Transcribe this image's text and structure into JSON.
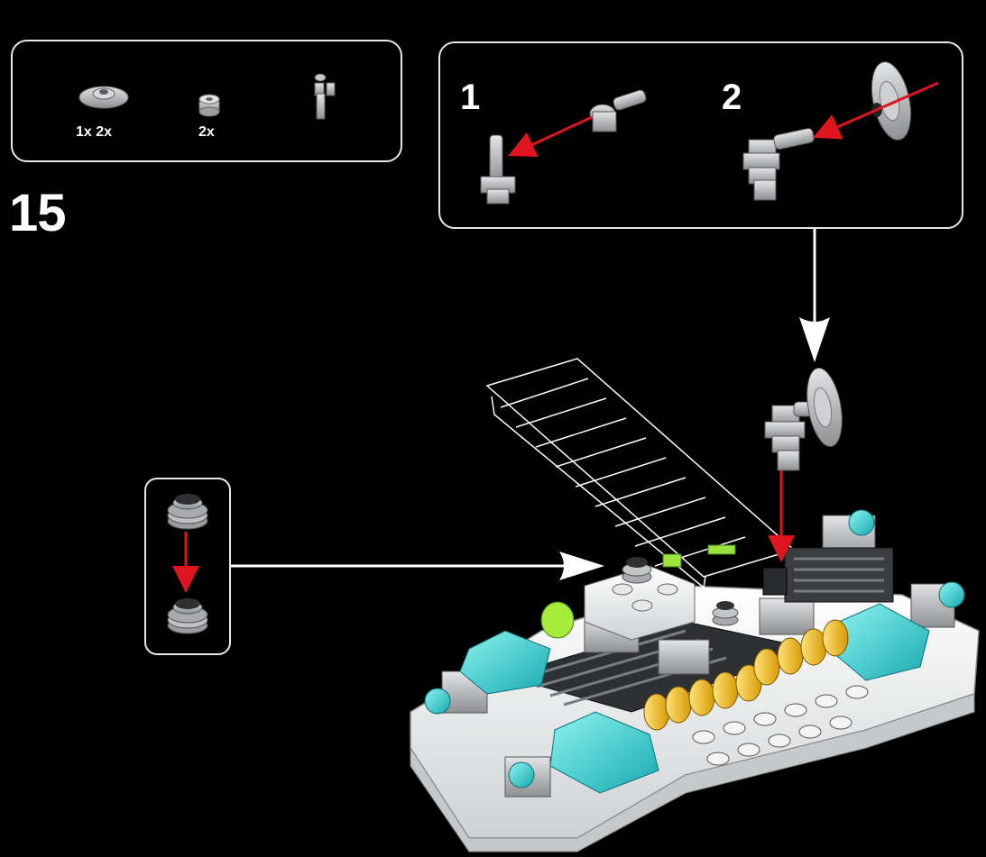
{
  "step": {
    "number": "15"
  },
  "parts_list": {
    "items": [
      {
        "icon": "round-plate-with-ring-icon",
        "quantity": "1x 2x"
      },
      {
        "icon": "round-plate-1x1-icon",
        "quantity": "2x"
      },
      {
        "icon": "bar-with-clip-icon",
        "quantity": ""
      }
    ]
  },
  "sub_assembly": {
    "steps": [
      {
        "number": "1"
      },
      {
        "number": "2"
      }
    ]
  },
  "colors": {
    "background": "#000000",
    "panel_border": "#e8e8e8",
    "arrow_red": "#e0141e",
    "arrow_white": "#ffffff",
    "trans_cyan": "#2fc7c9",
    "trans_lime": "#9be43c",
    "yellow": "#f4c21f",
    "light_gray": "#b8b9bb",
    "white_plate": "#f2f2f2"
  }
}
